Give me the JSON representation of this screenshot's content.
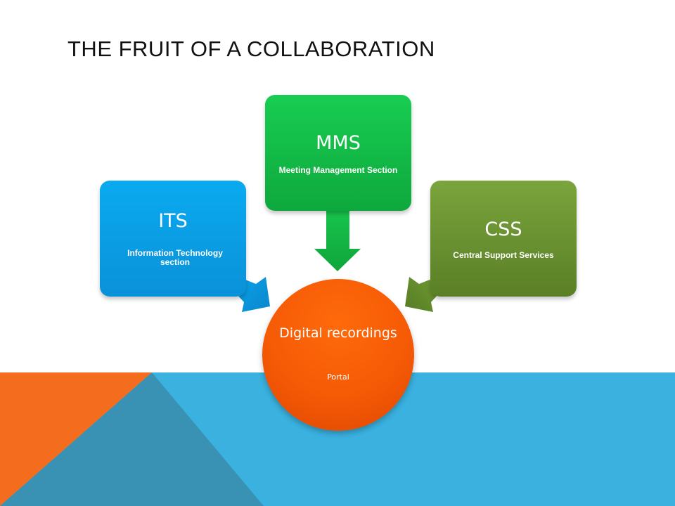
{
  "slide": {
    "title": "THE FRUIT OF A COLLABORATION"
  },
  "diagram": {
    "hub": {
      "title": "Digital recordings",
      "subtitle": "Portal",
      "color": "#f55a05"
    },
    "nodes": [
      {
        "abbr": "ITS",
        "full": "Information Technology section",
        "color": "#0a9fe6"
      },
      {
        "abbr": "MMS",
        "full": "Meeting Management Section",
        "color": "#14bf48"
      },
      {
        "abbr": "CSS",
        "full": "Central Support Services",
        "color": "#6a9130"
      }
    ]
  },
  "colors": {
    "background_blue": "#3ab1df",
    "background_steel": "#3992b3",
    "accent_orange": "#f46d1f"
  }
}
